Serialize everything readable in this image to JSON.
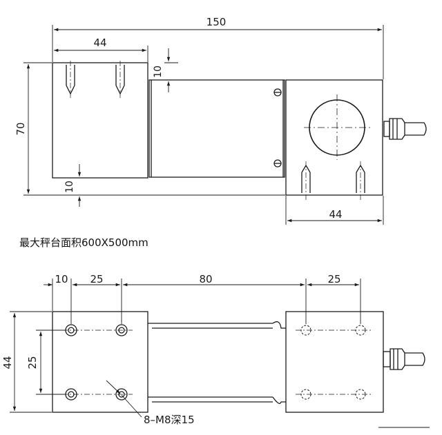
{
  "top_view": {
    "dims": {
      "overall_length": "150",
      "left_block_width": "44",
      "right_block_width": "44",
      "height": "70",
      "top_offset": "10",
      "bottom_offset": "10"
    }
  },
  "note": "最大秤台面积600X500mm",
  "plan_view": {
    "dims": {
      "hole_edge_offset": "10",
      "hole_spacing_left": "25",
      "center_distance": "80",
      "hole_spacing_right": "25",
      "block_height": "44",
      "hole_spacing_vertical": "25"
    },
    "hole_spec": "8–M8深15"
  }
}
